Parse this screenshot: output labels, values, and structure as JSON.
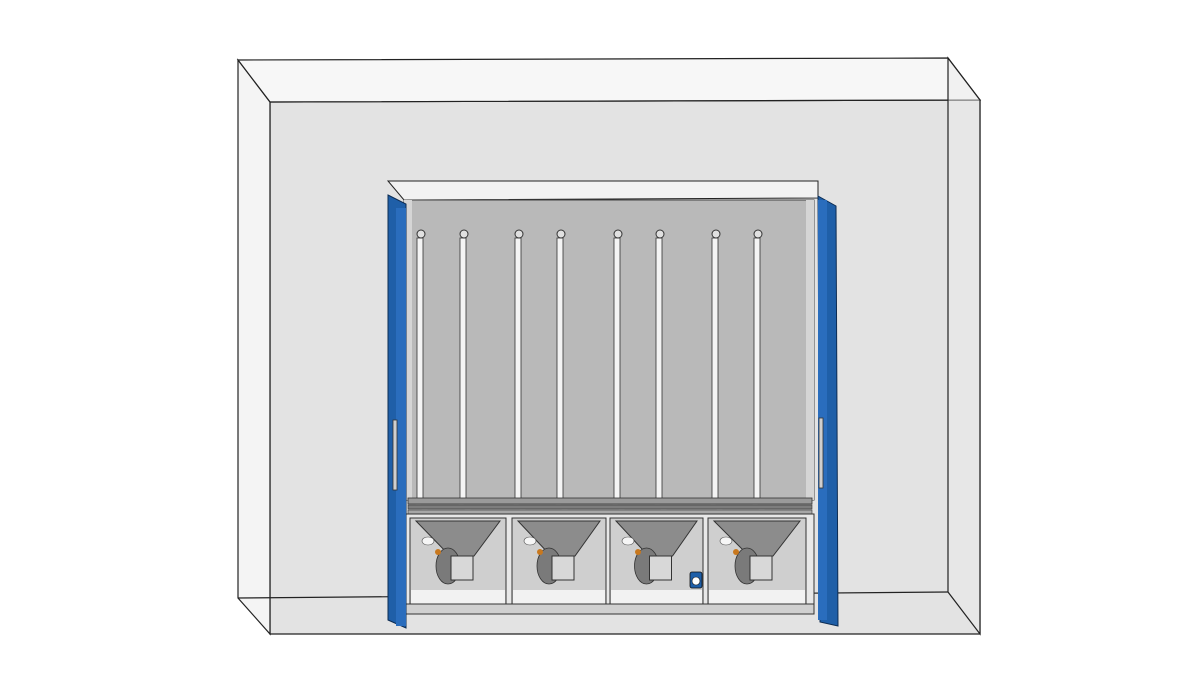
{
  "colors": {
    "background": "#ffffff",
    "enclosure_fill": "#e3e3e3",
    "enclosure_stroke": "#222222",
    "cabinet_interior": "#b9b9b9",
    "door_blue": "#1f5fa8",
    "door_blue_dark": "#143f73",
    "frame_light": "#ececec",
    "hopper": "#8c8c8c",
    "valve_orange": "#c8781e"
  },
  "model": {
    "pipe_count": 8,
    "hopper_count": 4,
    "doors": 2
  }
}
